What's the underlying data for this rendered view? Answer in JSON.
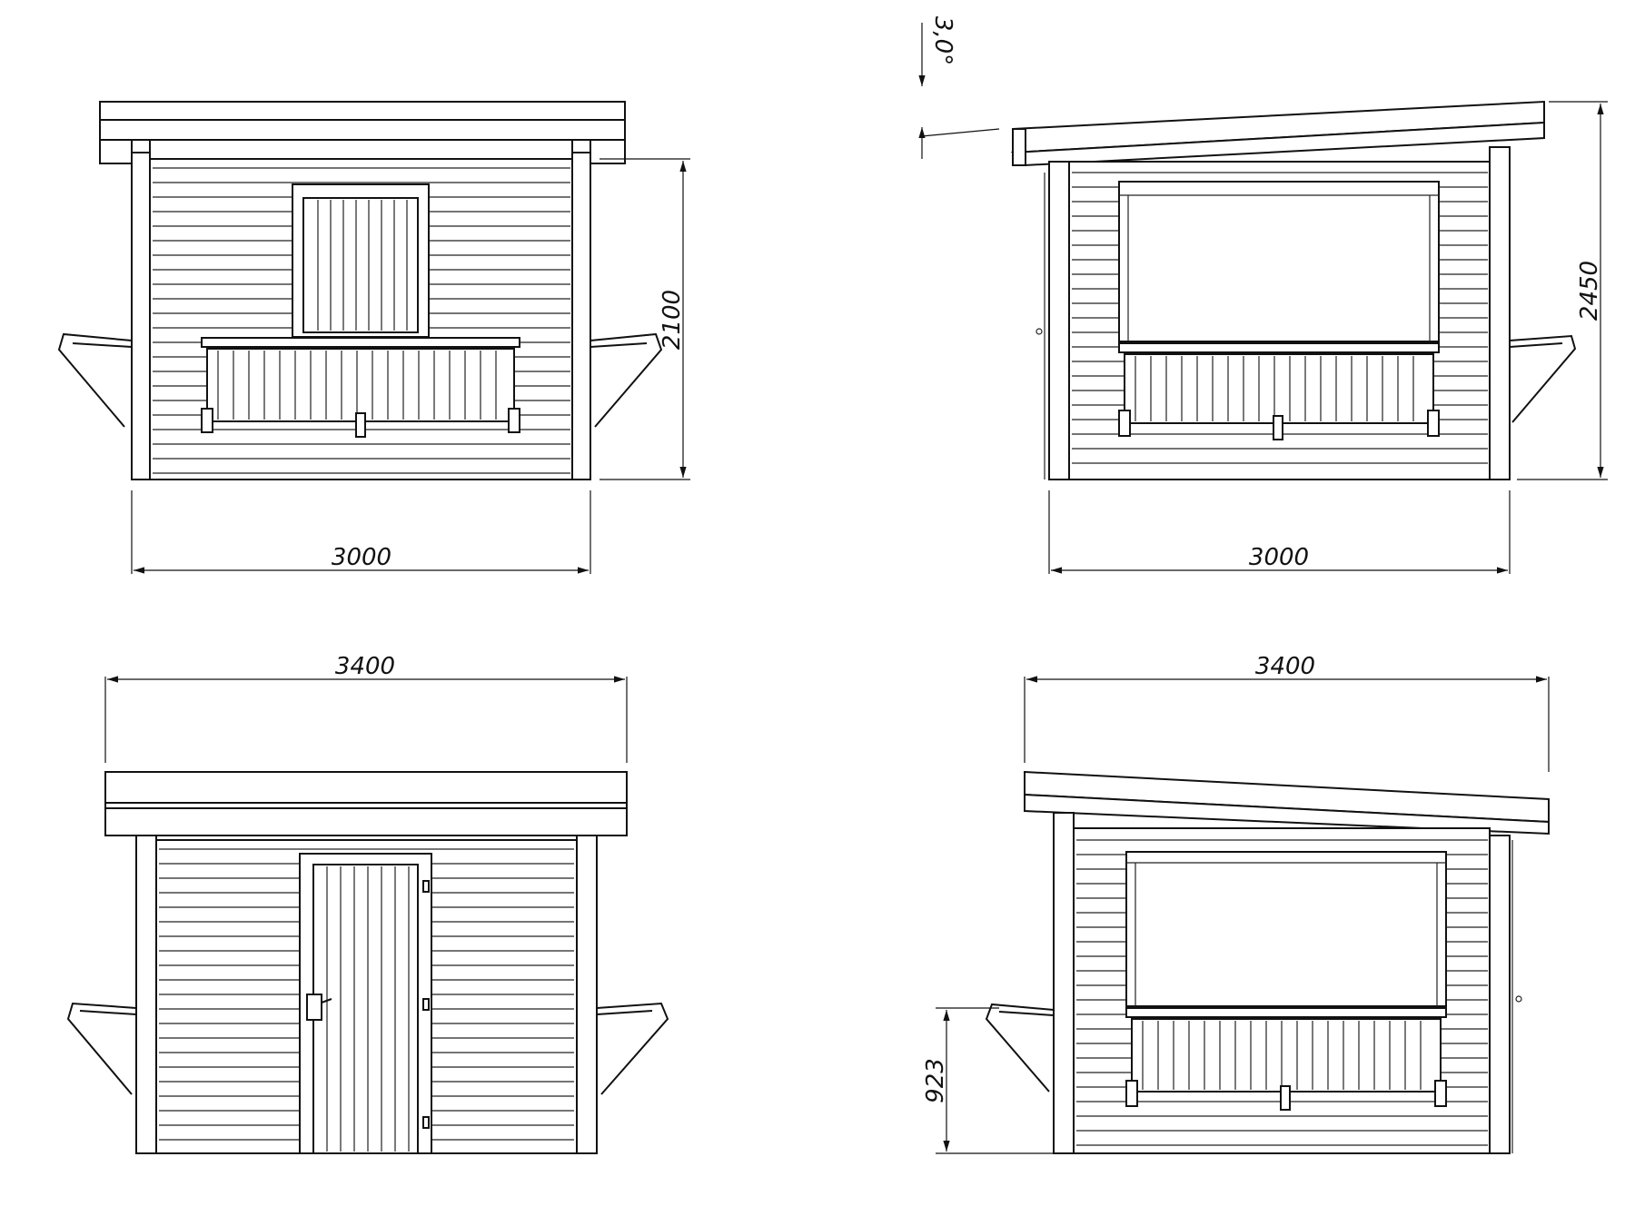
{
  "drawing": {
    "views": [
      {
        "id": "front-left",
        "width_label": "3000",
        "height_label": "2100"
      },
      {
        "id": "front-right",
        "width_label": "3000",
        "height_label": "2450",
        "angle_label": "3,0°"
      },
      {
        "id": "back-left",
        "width_label": "3400"
      },
      {
        "id": "side-right",
        "width_label": "3400",
        "counter_height_label": "923"
      }
    ]
  }
}
